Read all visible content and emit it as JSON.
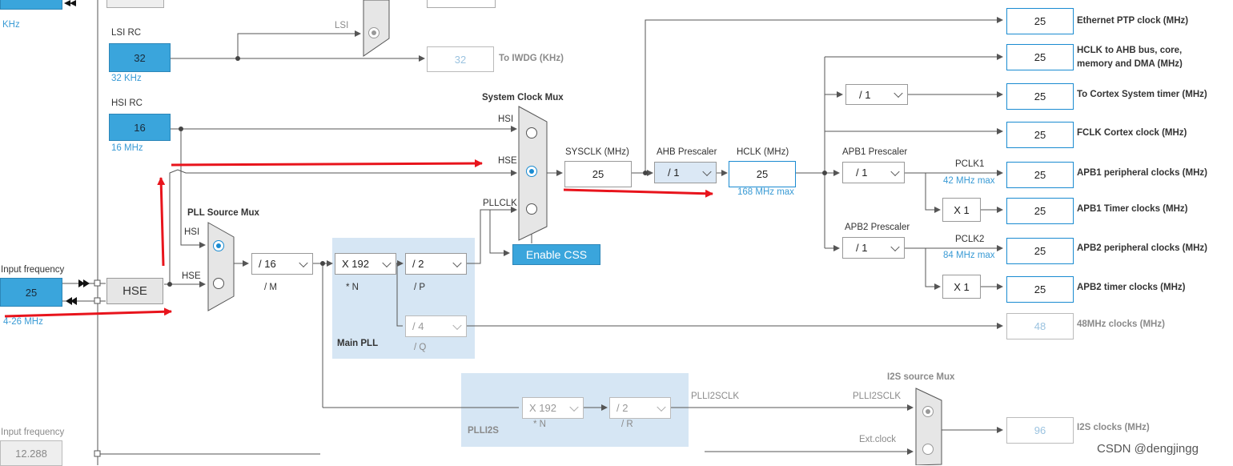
{
  "top_left": {
    "khz_label": "KHz"
  },
  "lsi": {
    "title": "LSI RC",
    "value": "32",
    "freq": "32 KHz",
    "mux_label": "LSI",
    "iwdg_value": "32",
    "iwdg_label": "To IWDG (KHz)"
  },
  "hsi": {
    "title": "HSI RC",
    "value": "16",
    "freq": "16 MHz"
  },
  "input_frequency": {
    "label": "Input frequency",
    "value": "25",
    "range": "4-26 MHz"
  },
  "input_frequency2": {
    "label": "Input frequency",
    "value": "12.288"
  },
  "hse_box": "HSE",
  "pll_source_mux": {
    "title": "PLL Source Mux",
    "hsi": "HSI",
    "hse": "HSE"
  },
  "pll_m": {
    "value": "/ 16",
    "label": "/ M"
  },
  "main_pll": {
    "title": "Main PLL",
    "n": "X 192",
    "n_label": "* N",
    "p": "/ 2",
    "p_label": "/ P",
    "q": "/ 4",
    "q_label": "/ Q"
  },
  "system_clock_mux": {
    "title": "System Clock Mux",
    "hsi": "HSI",
    "hse": "HSE",
    "pllclk": "PLLCLK"
  },
  "enable_css": "Enable CSS",
  "sysclk": {
    "label": "SYSCLK (MHz)",
    "value": "25"
  },
  "ahb": {
    "label": "AHB Prescaler",
    "value": "/ 1"
  },
  "hclk": {
    "label": "HCLK (MHz)",
    "value": "25",
    "max": "168 MHz max"
  },
  "apb1": {
    "label": "APB1 Prescaler",
    "value": "/ 1",
    "pclk": "PCLK1",
    "max": "42 MHz max",
    "timer_mult": "X 1"
  },
  "apb2": {
    "label": "APB2 Prescaler",
    "value": "/ 1",
    "pclk": "PCLK2",
    "max": "84 MHz max",
    "timer_mult": "X 1"
  },
  "cortex_div": "/ 1",
  "outputs": [
    {
      "value": "25",
      "label": "Ethernet PTP clock (MHz)"
    },
    {
      "value": "25",
      "label": "HCLK to AHB bus, core, memory and DMA (MHz)"
    },
    {
      "value": "25",
      "label": "To Cortex System timer (MHz)"
    },
    {
      "value": "25",
      "label": "FCLK Cortex clock (MHz)"
    },
    {
      "value": "25",
      "label": "APB1 peripheral clocks (MHz)"
    },
    {
      "value": "25",
      "label": "APB1 Timer clocks (MHz)"
    },
    {
      "value": "25",
      "label": "APB2 peripheral clocks (MHz)"
    },
    {
      "value": "25",
      "label": "APB2 timer clocks (MHz)"
    },
    {
      "value": "48",
      "label": "48MHz clocks (MHz)"
    },
    {
      "value": "96",
      "label": "I2S clocks (MHz)"
    }
  ],
  "plli2s": {
    "title": "PLLI2S",
    "n": "X 192",
    "n_label": "* N",
    "r": "/ 2",
    "r_label": "/ R",
    "out_label": "PLLI2SCLK"
  },
  "i2s_mux": {
    "title": "I2S source Mux",
    "plli2sclk": "PLLI2SCLK",
    "ext": "Ext.clock"
  },
  "watermark": "CSDN @dengjingg",
  "colors": {
    "accent": "#3aa5dc",
    "region": "#d6e6f4",
    "annotation": "#e8141c"
  }
}
